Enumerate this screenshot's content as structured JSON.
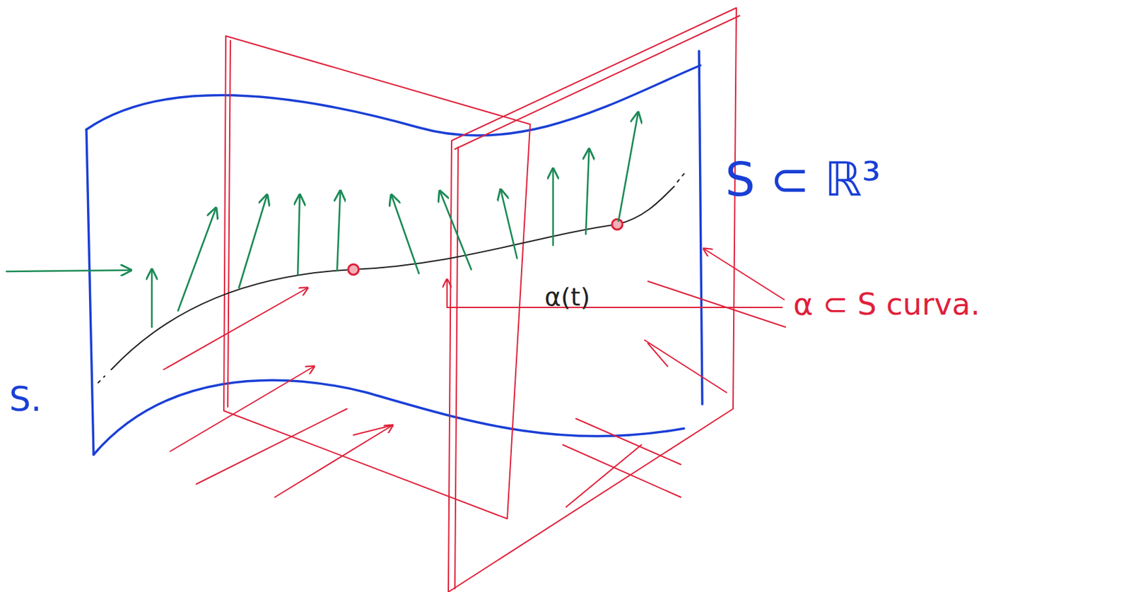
{
  "diagram": {
    "labels": [
      "S ⊂ ℝ³",
      "S.",
      "α(t)",
      "α ⊂ S curva."
    ]
  }
}
